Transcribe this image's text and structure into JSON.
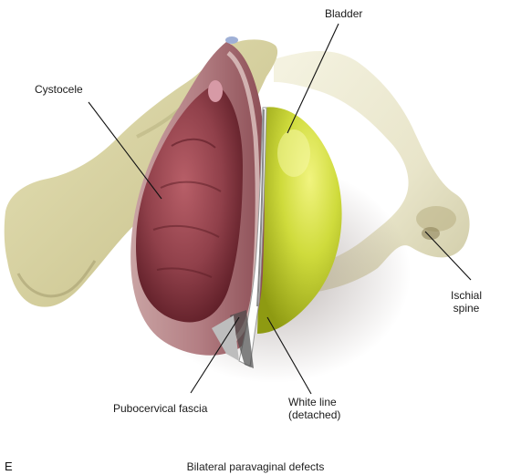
{
  "labels": {
    "bladder": "Bladder",
    "cystocele": "Cystocele",
    "ischial_spine_line1": "Ischial",
    "ischial_spine_line2": "spine",
    "white_line_line1": "White line",
    "white_line_line2": "(detached)",
    "pubocervical_fascia": "Pubocervical fascia"
  },
  "panel_letter": "E",
  "caption": "Bilateral paravaginal defects",
  "colors": {
    "bone": "#d8d3a6",
    "bone_shadow": "#a9a577",
    "bladder": "#c7d433",
    "bladder_highlight": "#eef27a",
    "vaginal_wall": "#b9868a",
    "cystocele": "#93414a",
    "cystocele_dark": "#5e1e27",
    "fascia_white": "#ffffff",
    "leader_line": "#111111"
  }
}
